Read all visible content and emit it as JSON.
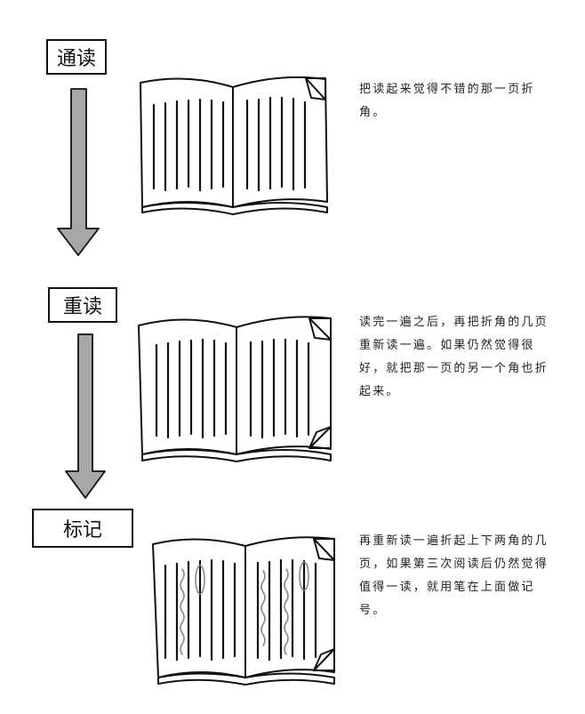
{
  "steps": [
    {
      "label": "通读",
      "description": "把读起来觉得不错的那一页折角。"
    },
    {
      "label": "重读",
      "description": "读完一遍之后，再把折角的几页重新读一遍。如果仍然觉得很好，就把那一页的另一个角也折起来。"
    },
    {
      "label": "标记",
      "description": "再重新读一遍折起上下两角的几页，如果第三次阅读后仍然觉得值得一读，就用笔在上面做记号。"
    }
  ],
  "colors": {
    "arrow_fill": "#a7a7a7",
    "outline": "#111111"
  }
}
